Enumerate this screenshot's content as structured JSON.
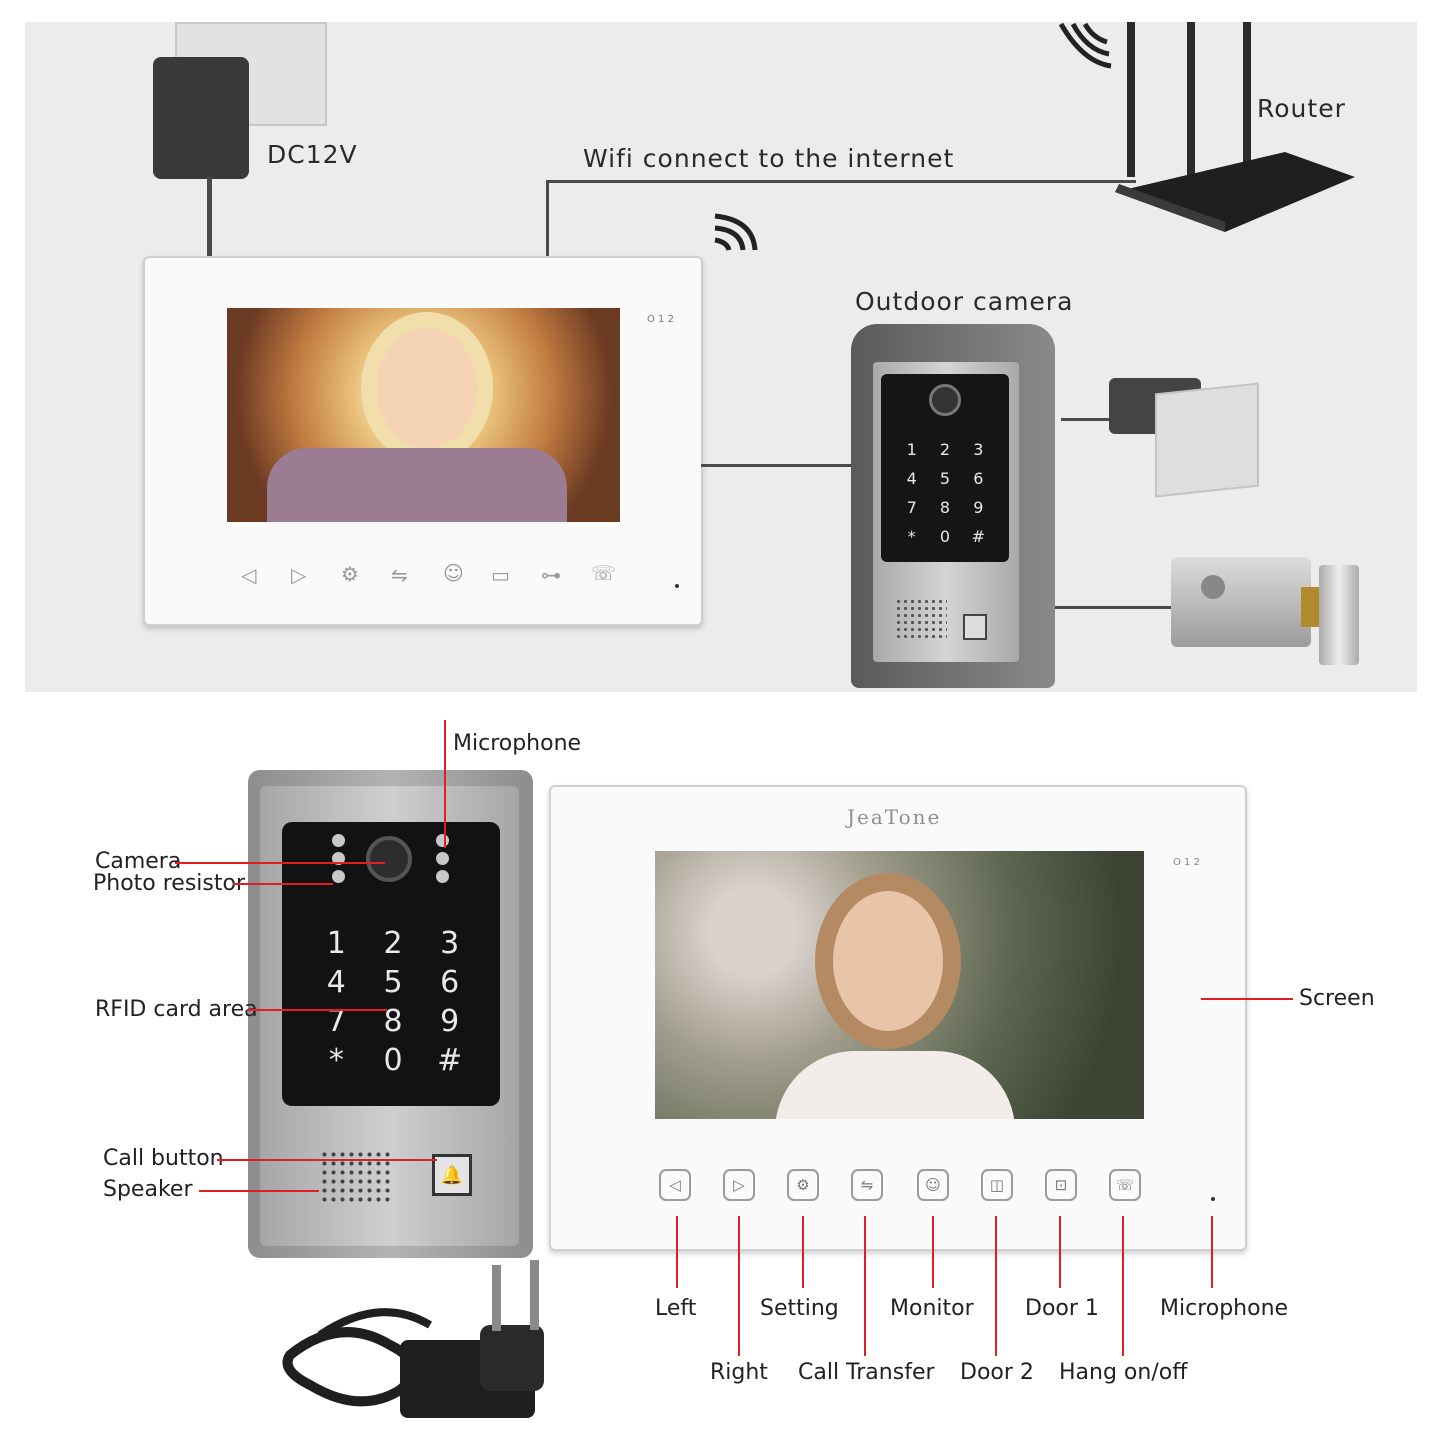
{
  "top": {
    "power_label": "DC12V",
    "wifi_label": "Wifi connect to the internet",
    "router_label": "Router",
    "camera_label": "Outdoor camera",
    "monitor_indicator": "O 1 2",
    "door_keys": [
      "1",
      "2",
      "3",
      "4",
      "5",
      "6",
      "7",
      "8",
      "9",
      "*",
      "0",
      "#"
    ],
    "monitor_icons": [
      "left-icon",
      "right-icon",
      "setting-icon",
      "call-transfer-icon",
      "monitor-icon",
      "door-2-icon",
      "door-1-icon",
      "hang-icon"
    ]
  },
  "bottom": {
    "brand": "JeaTone",
    "monitor_indicator": "O 1 2",
    "door_keys": [
      "1",
      "2",
      "3",
      "4",
      "5",
      "6",
      "7",
      "8",
      "9",
      "*",
      "0",
      "#"
    ],
    "labels": {
      "microphone_top": "Microphone",
      "camera": "Camera",
      "photo_resistor": "Photo resistor",
      "rfid": "RFID card area",
      "call_button": "Call button",
      "speaker": "Speaker",
      "screen": "Screen",
      "left": "Left",
      "right": "Right",
      "setting": "Setting",
      "call_transfer": "Call Transfer",
      "monitor": "Monitor",
      "door2": "Door 2",
      "door1": "Door 1",
      "hang": "Hang on/off",
      "microphone_bottom": "Microphone"
    }
  },
  "colors": {
    "accent_line": "#e02020",
    "wire": "#4a4a4a",
    "panel_bg": "#ececec"
  }
}
